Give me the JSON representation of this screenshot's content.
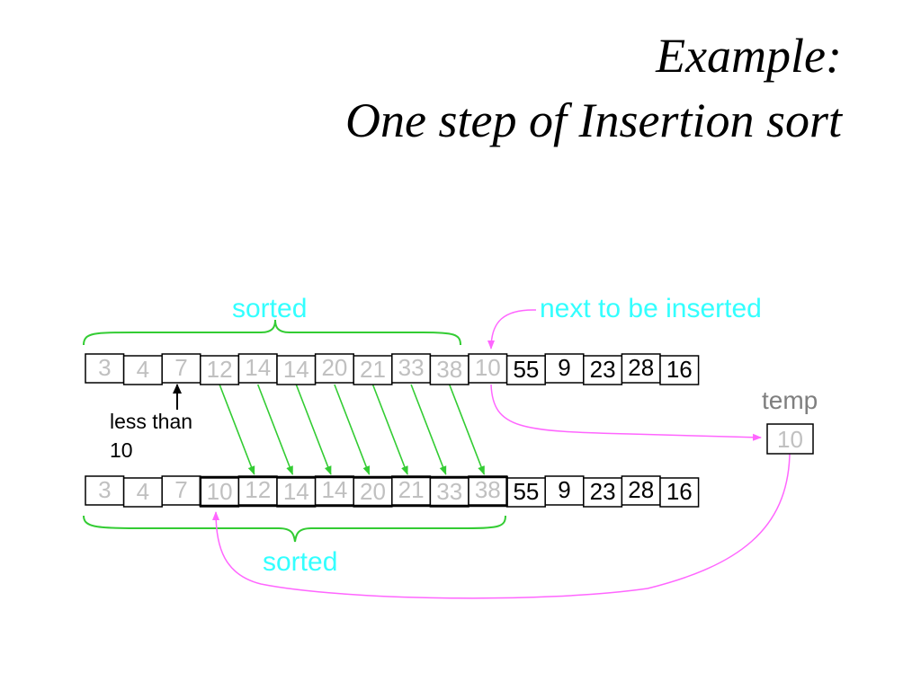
{
  "title": {
    "line1": "Example:",
    "line2": "One step of Insertion sort"
  },
  "labels": {
    "sorted_top": "sorted",
    "next_to_be_inserted": "next to be inserted",
    "temp": "temp",
    "less_than_line1": "less than",
    "less_than_line2": "10",
    "sorted_bottom": "sorted"
  },
  "arrays": {
    "before": [
      "3",
      "4",
      "7",
      "12",
      "14",
      "14",
      "20",
      "21",
      "33",
      "38",
      "10",
      "55",
      "9",
      "23",
      "28",
      "16"
    ],
    "after": [
      "3",
      "4",
      "7",
      "10",
      "12",
      "14",
      "14",
      "20",
      "21",
      "33",
      "38",
      "55",
      "9",
      "23",
      "28",
      "16"
    ],
    "temp_value": "10"
  },
  "colors": {
    "grayed_text": "#c0c0c0",
    "active_text": "#000000",
    "brace": "#33cc33",
    "shift_arrows": "#33cc33",
    "flow_arrows": "#ff66ff",
    "label_cyan": "#33ffff",
    "label_gray": "#7f7f7f"
  }
}
